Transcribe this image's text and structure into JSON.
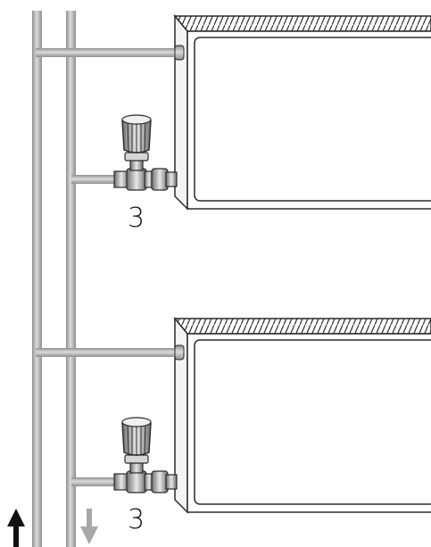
{
  "diagram": {
    "callouts": [
      {
        "label": "3"
      },
      {
        "label": "3"
      }
    ],
    "flow_arrows": [
      {
        "direction": "up",
        "color": "#111111"
      },
      {
        "direction": "down",
        "color": "#a8a8a8"
      }
    ],
    "colors": {
      "pipe": "#bdbdbd",
      "pipe_shade": "#8a8a8a",
      "outline": "#2a2a2a",
      "radiator_fill": "#ffffff"
    }
  }
}
